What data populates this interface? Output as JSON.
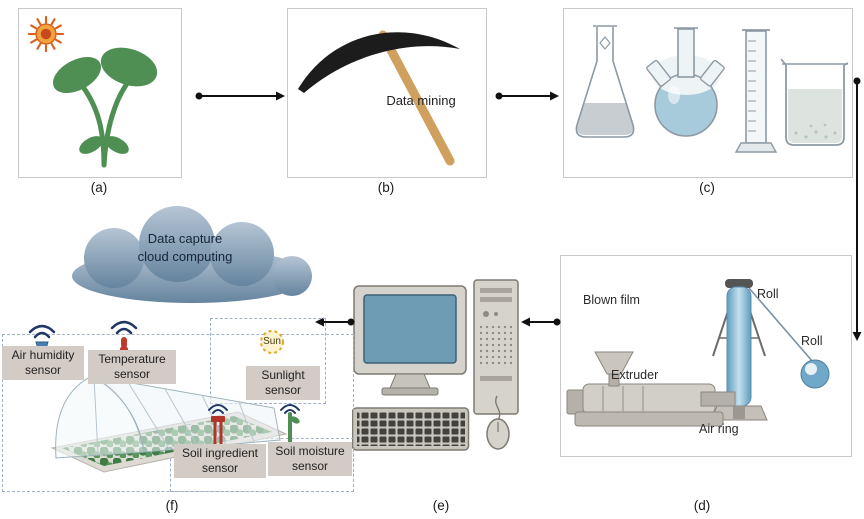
{
  "panels": {
    "a": {
      "label": "(a)"
    },
    "b": {
      "label": "(b)",
      "caption": "Data mining"
    },
    "c": {
      "label": "(c)"
    },
    "d": {
      "label": "(d)",
      "title": "Blown film",
      "extruder": "Extruder",
      "air_ring": "Air ring",
      "roll_top": "Roll",
      "roll_side": "Roll"
    },
    "e": {
      "label": "(e)"
    },
    "f": {
      "label": "(f)",
      "cloud_line1": "Data capture",
      "cloud_line2": "cloud computing",
      "sun_badge": "Sun",
      "sensor_air_humidity": "Air humidity sensor",
      "sensor_temperature": "Temperature sensor",
      "sensor_sunlight": "Sunlight sensor",
      "sensor_soil_ingredient": "Soil ingredient sensor",
      "sensor_soil_moisture": "Soil moisture sensor"
    }
  },
  "icons": {
    "sun": "sun-icon",
    "seedling": "seedling-icon",
    "pickaxe": "pickaxe-icon",
    "glassware": "lab-glassware-icon",
    "blown_film_machine": "blown-film-machine-icon",
    "computer": "desktop-computer-icon",
    "cloud": "cloud-icon",
    "greenhouse": "greenhouse-icon",
    "wifi": "wifi-signal-icon",
    "roll": "roll-icon"
  },
  "colors": {
    "leaf_green": "#4f8f54",
    "crop_green": "#3e7d45",
    "film_blue": "#7fb3d2",
    "cloud_blue": "#64849f",
    "screen_blue": "#6f9cb5",
    "handle_tan": "#cfa05e",
    "pick_head": "#1c1c1c",
    "sensor_label_bg": "#d2cbc6",
    "arrow_black": "#111111"
  }
}
